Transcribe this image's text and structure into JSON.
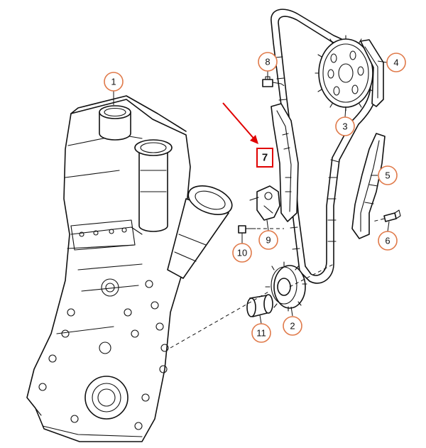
{
  "callouts": [
    {
      "id": "c1",
      "label": "1"
    },
    {
      "id": "c2",
      "label": "2"
    },
    {
      "id": "c3",
      "label": "3"
    },
    {
      "id": "c4",
      "label": "4"
    },
    {
      "id": "c5",
      "label": "5"
    },
    {
      "id": "c6",
      "label": "6"
    },
    {
      "id": "c7",
      "label": "7"
    },
    {
      "id": "c8",
      "label": "8"
    },
    {
      "id": "c9",
      "label": "9"
    },
    {
      "id": "c10",
      "label": "10"
    },
    {
      "id": "c11",
      "label": "11"
    }
  ],
  "highlighted_callout": "7",
  "colors": {
    "callout_border": "#e07a4a",
    "highlight_border": "#e00000",
    "arrow": "#e00000",
    "line_art": "#111111"
  }
}
